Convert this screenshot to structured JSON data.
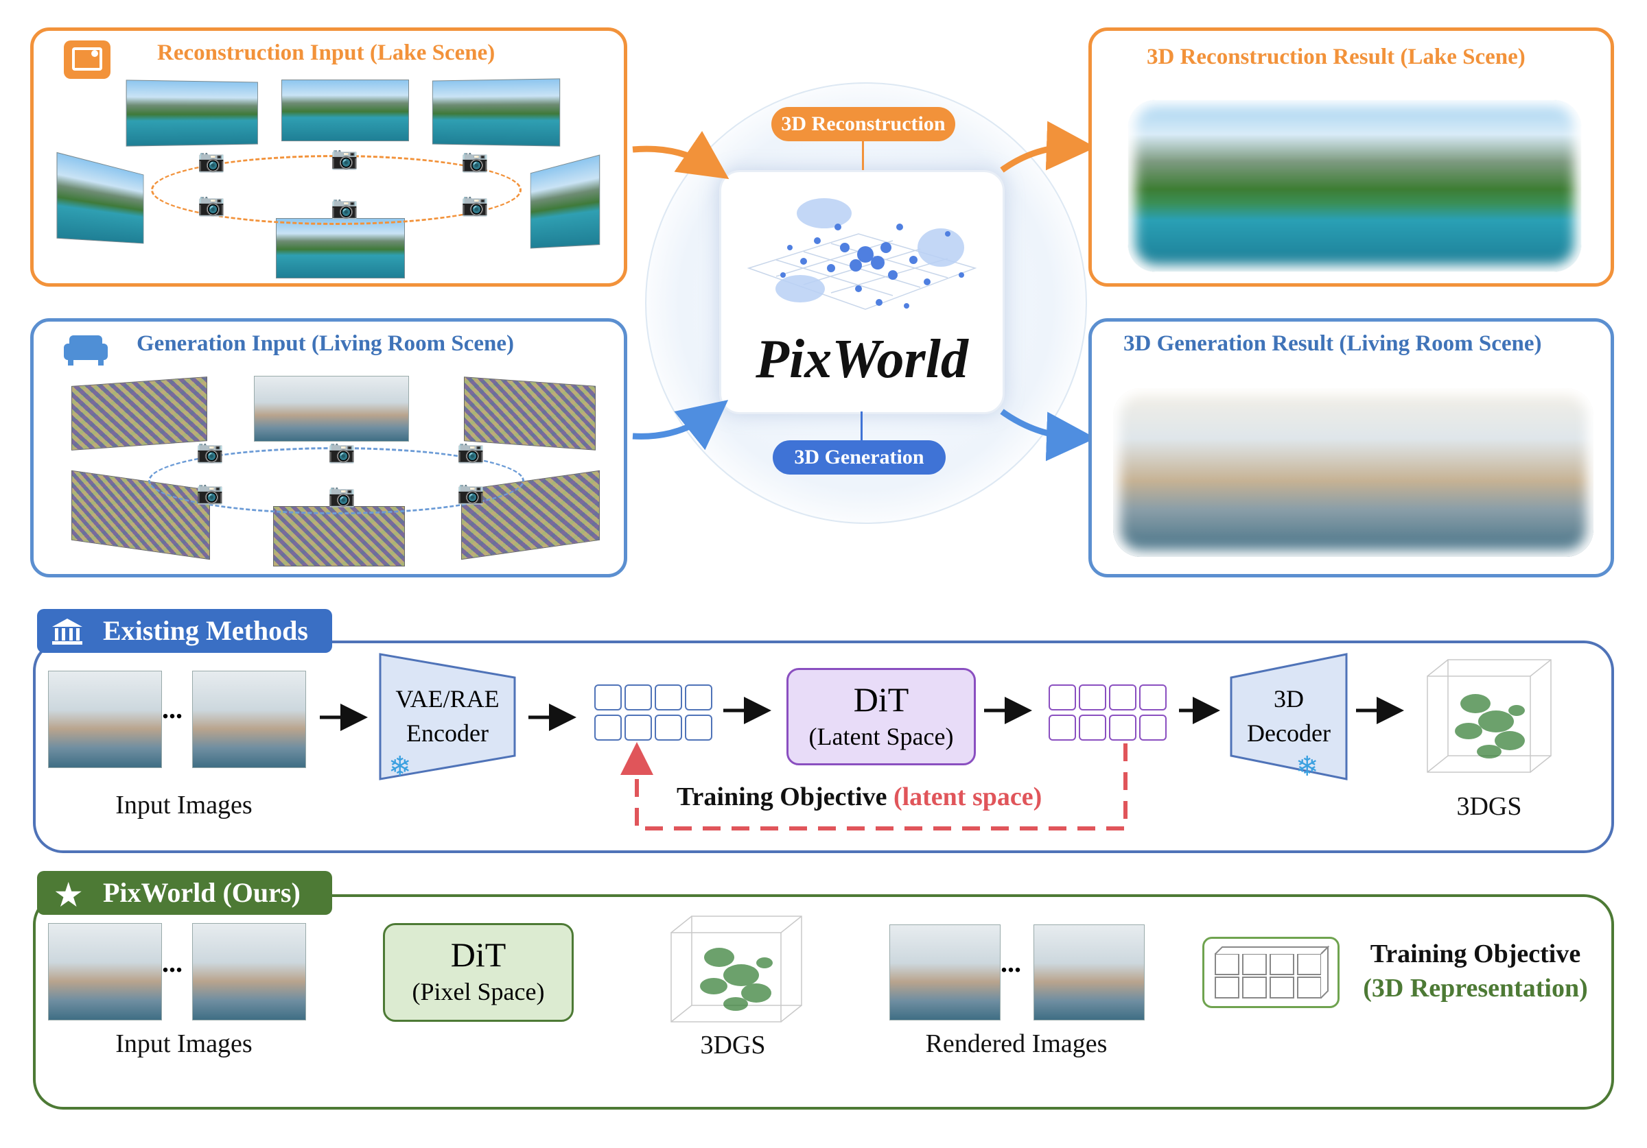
{
  "top": {
    "recon_input_title": "Reconstruction Input (Lake Scene)",
    "gen_input_title": "Generation Input (Living Room Scene)",
    "recon_result_title": "3D Reconstruction Result (Lake Scene)",
    "gen_result_title": "3D Generation Result (Living Room Scene)",
    "center_logo": "PixWorld",
    "pill_recon": "3D Reconstruction",
    "pill_gen": "3D Generation"
  },
  "existing": {
    "tag": "Existing Methods",
    "input_images": "Input Images",
    "encoder_line1": "VAE/RAE",
    "encoder_line2": "Encoder",
    "dit_title": "DiT",
    "dit_sub": "(Latent Space)",
    "decoder_line1": "3D",
    "decoder_line2": "Decoder",
    "output_label": "3DGS",
    "objective_prefix": "Training Objective",
    "objective_suffix": "(latent space)"
  },
  "ours": {
    "tag": "PixWorld (Ours)",
    "input_images": "Input Images",
    "dit_title": "DiT",
    "dit_sub": "(Pixel Space)",
    "gs_label": "3DGS",
    "rendered_label": "Rendered Images",
    "objective_line1": "Training Objective",
    "objective_line2": "(3D Representation)"
  },
  "colors": {
    "orange": "#f2923a",
    "blue": "#4f73b8",
    "green": "#4d7a35",
    "red_dashed": "#e0555a",
    "purple": "#8a4fc0"
  },
  "icons": {
    "recon_panel": "image-icon",
    "gen_panel": "sofa-icon",
    "existing_tag": "bank-icon",
    "ours_tag": "star-icon",
    "camera": "camera-icon",
    "frozen": "snowflake-icon"
  }
}
